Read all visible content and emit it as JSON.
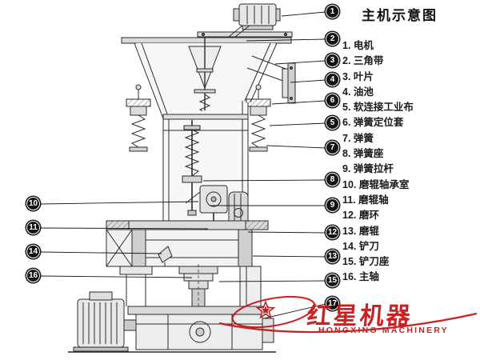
{
  "legend": {
    "title": "主机示意图",
    "items": [
      "1. 电机",
      "2. 三角带",
      "3. 叶片",
      "4. 油池",
      "5. 软连接工业布",
      "6. 弹簧定位套",
      "7. 弹簧",
      "8. 弹簧座",
      "9. 弹簧拉杆",
      "10. 磨辊轴承室",
      "11. 磨辊轴",
      "12. 磨环",
      "13. 磨辊",
      "14. 铲刀",
      "15. 铲刀座",
      "16. 主轴"
    ]
  },
  "callouts": {
    "right": [
      "1",
      "2",
      "3",
      "4",
      "6",
      "5",
      "7",
      "8",
      "9",
      "12",
      "13",
      "15",
      "17"
    ],
    "left": [
      "10",
      "11",
      "14",
      "16"
    ]
  },
  "watermark": {
    "brand": "红星机器",
    "subtitle": "HONGXING MACHINERY",
    "color": "#c51212"
  },
  "colors": {
    "callout_background": "#141414",
    "diagram_line": "#2b2b2b",
    "brand_red": "#c51212"
  }
}
